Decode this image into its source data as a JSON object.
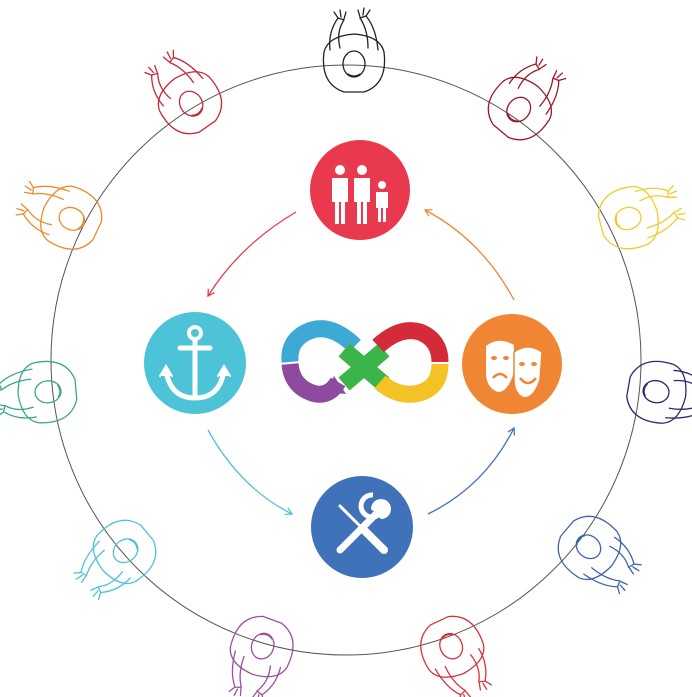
{
  "diagram": {
    "ring_color": "#555555",
    "nodes": [
      {
        "id": "people",
        "icon": "family-icon",
        "color": "#e8394e"
      },
      {
        "id": "culture",
        "icon": "theater-masks-icon",
        "color": "#f08534"
      },
      {
        "id": "tools",
        "icon": "wrench-screwdriver-icon",
        "color": "#3f72b8"
      },
      {
        "id": "stability",
        "icon": "anchor-icon",
        "color": "#4dc3d8"
      }
    ],
    "center": {
      "icon": "infinity-loop-icon",
      "colors": {
        "red": "#d42b3a",
        "yellow": "#f5c225",
        "green": "#3bb54a",
        "purple": "#8e4a9e",
        "blue": "#3fa9d5"
      }
    },
    "arrows": [
      {
        "from": "people",
        "to": "stability",
        "color": "#e8394e"
      },
      {
        "from": "stability",
        "to": "tools",
        "color": "#4dc3d8"
      },
      {
        "from": "tools",
        "to": "culture",
        "color": "#3f72b8"
      },
      {
        "from": "culture",
        "to": "people",
        "color": "#f08534"
      }
    ],
    "people_around_table": [
      {
        "name": "person-top",
        "color": "#222222"
      },
      {
        "name": "person-top-right",
        "color": "#9a1a2a"
      },
      {
        "name": "person-right-upper",
        "color": "#f0cc2a"
      },
      {
        "name": "person-right",
        "color": "#2e2a6e"
      },
      {
        "name": "person-right-lower",
        "color": "#3f66a8"
      },
      {
        "name": "person-bottom-right",
        "color": "#d9323c"
      },
      {
        "name": "person-bottom-left",
        "color": "#9b4fa3"
      },
      {
        "name": "person-left-lower",
        "color": "#4dc3d8"
      },
      {
        "name": "person-left",
        "color": "#3aa88a"
      },
      {
        "name": "person-left-upper",
        "color": "#ee8a2a"
      },
      {
        "name": "person-top-left",
        "color": "#c8283a"
      }
    ]
  }
}
